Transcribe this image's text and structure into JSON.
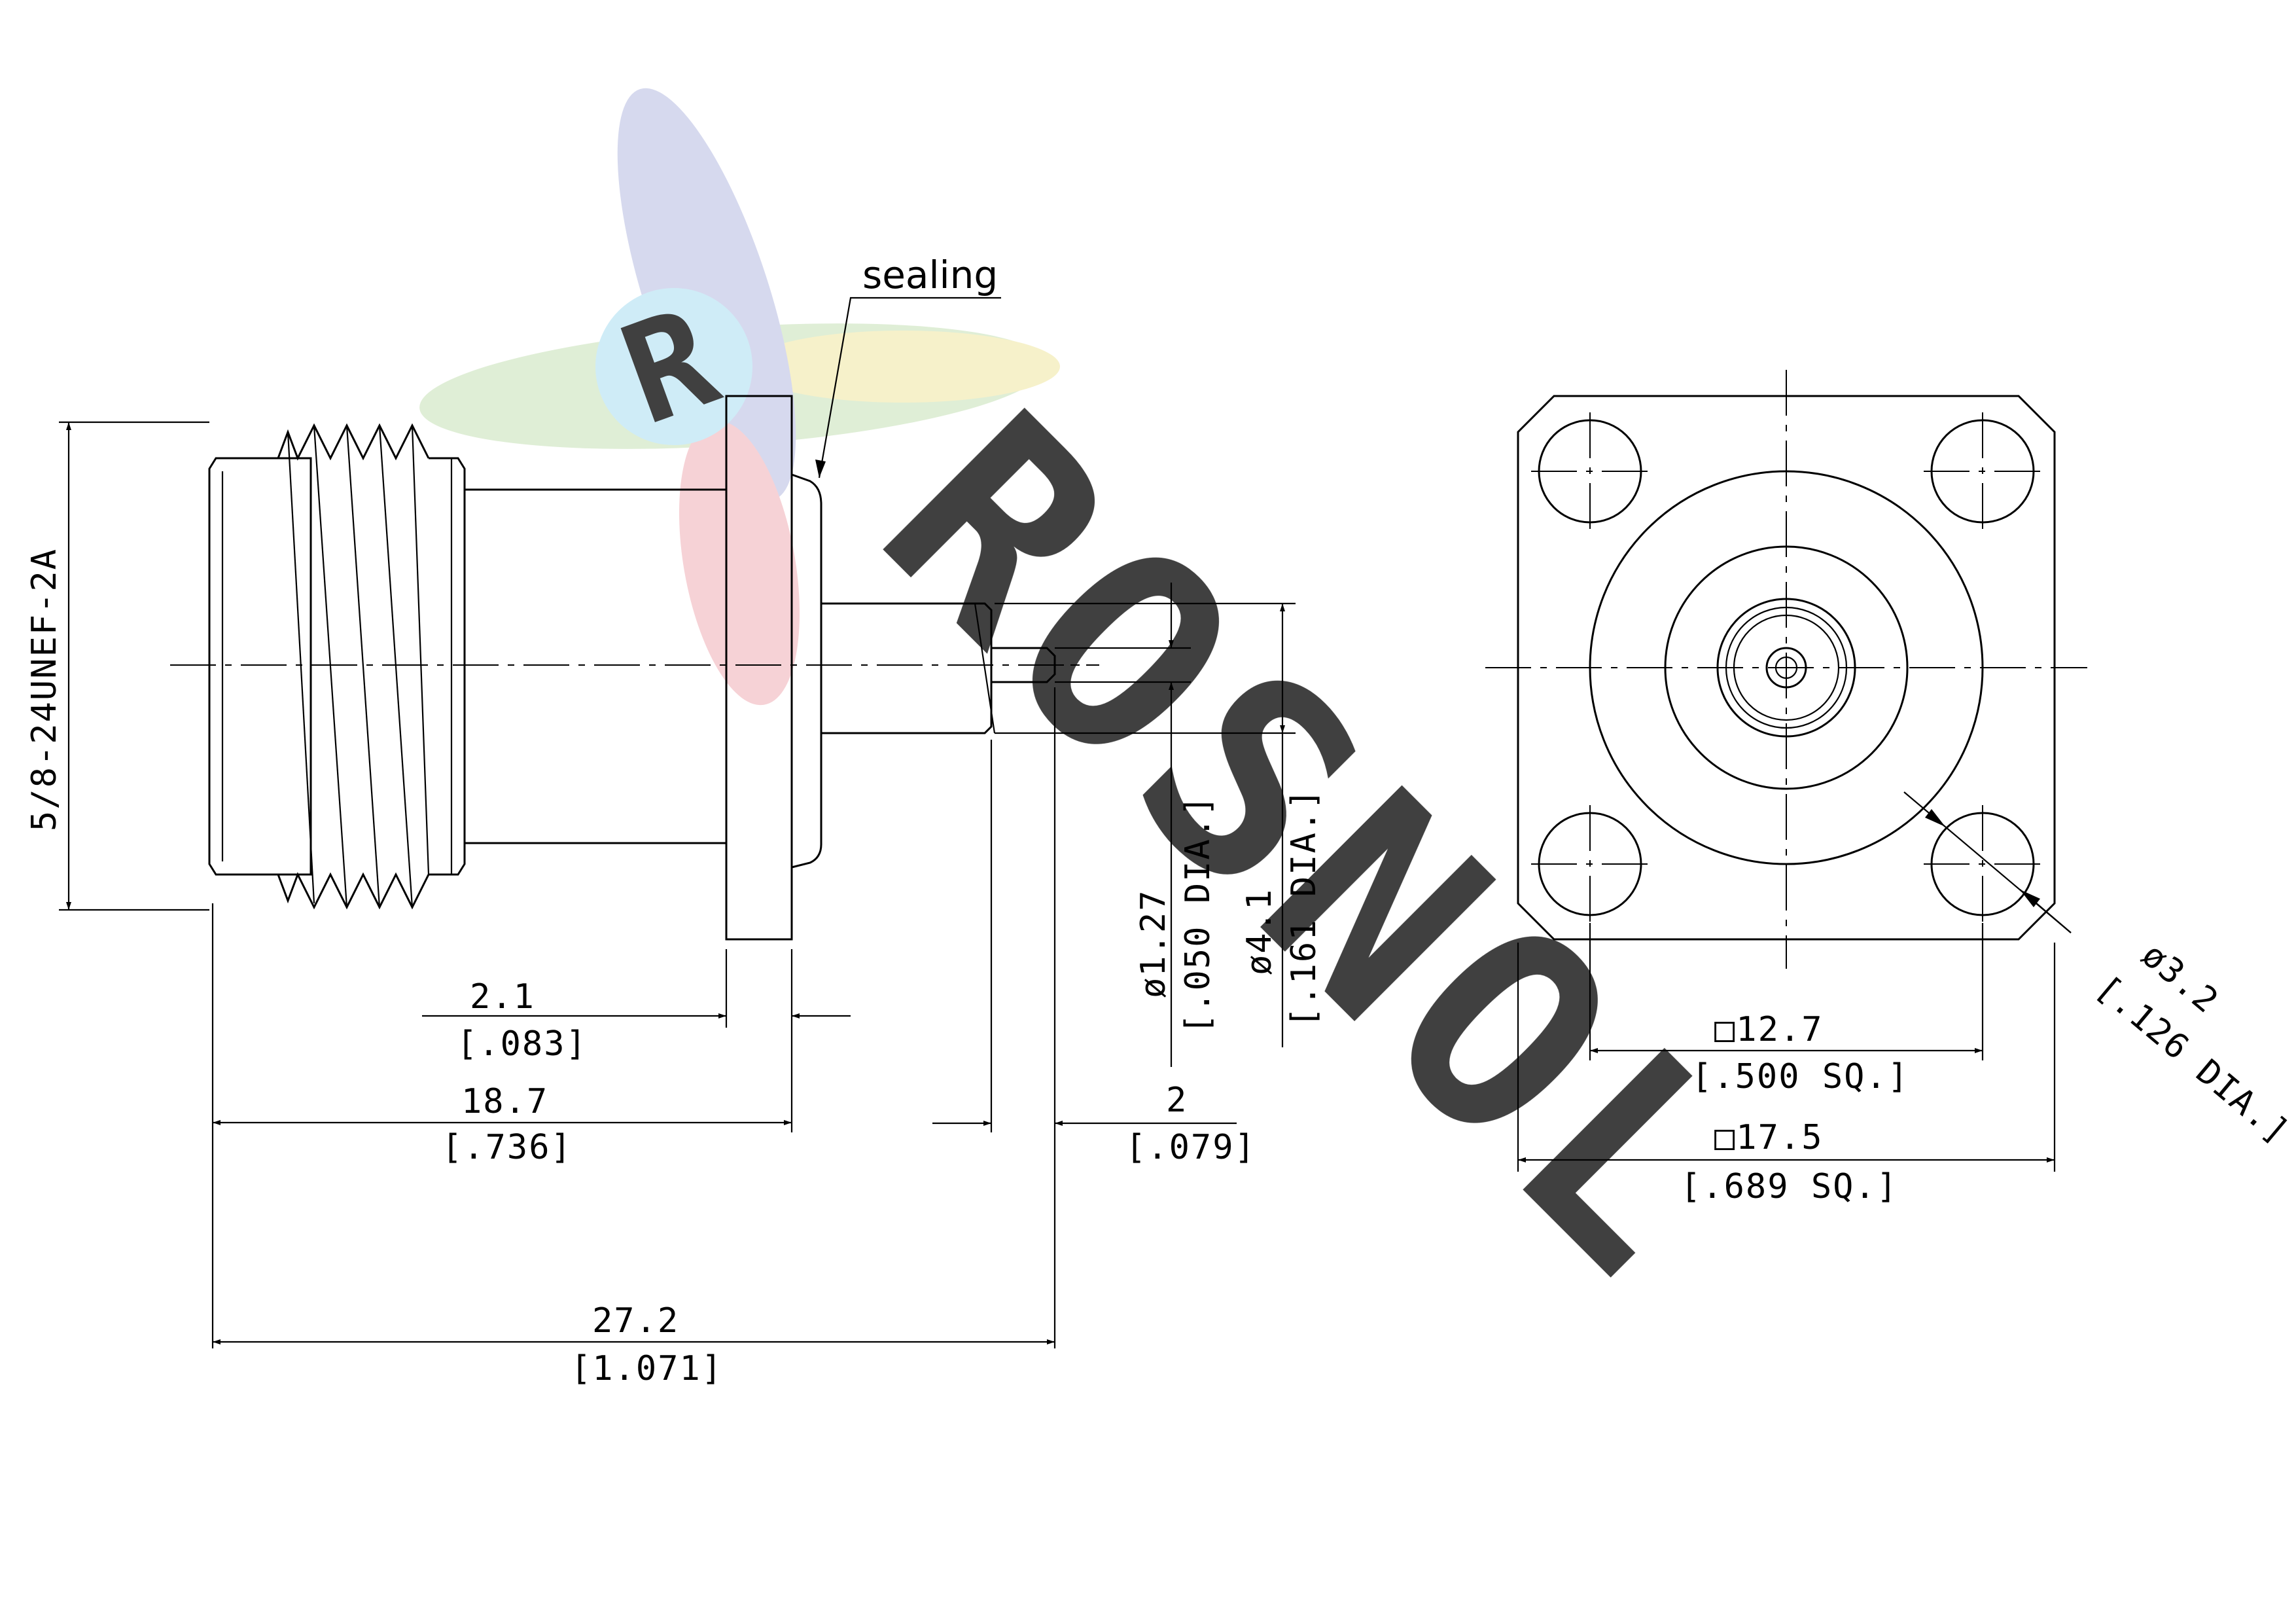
{
  "callouts": {
    "sealing": "sealing"
  },
  "dimensions": {
    "thread": "5/8-24UNEF-2A",
    "flange_thk_mm": "2.1",
    "flange_thk_in": "[.083]",
    "body_len_mm": "18.7",
    "body_len_in": "[.736]",
    "overall_len_mm": "27.2",
    "overall_len_in": "[1.071]",
    "pin_len_mm": "2",
    "pin_len_in": "[.079]",
    "pin_dia_mm": "ø1.27",
    "pin_dia_in": "[.050 DIA.]",
    "insul_dia_mm": "ø4.1",
    "insul_dia_in": "[.161 DIA.]",
    "hole_spacing_mm": "□12.7",
    "hole_spacing_in": "[.500 SQ.]",
    "flange_size_mm": "□17.5",
    "flange_size_in": "[.689 SQ.]",
    "hole_dia_mm": "ø3.2",
    "hole_dia_in": "[.126 DIA.]"
  },
  "watermark": {
    "initial": "R",
    "brand": "ROSNOL"
  },
  "colors": {
    "line": "#000000",
    "watermark_cyan": "#bfe6f5",
    "watermark_blue": "#c9cde8",
    "watermark_green": "#d5e8c8",
    "watermark_red": "#f3c3c8",
    "watermark_yellow": "#f3ecb8"
  }
}
